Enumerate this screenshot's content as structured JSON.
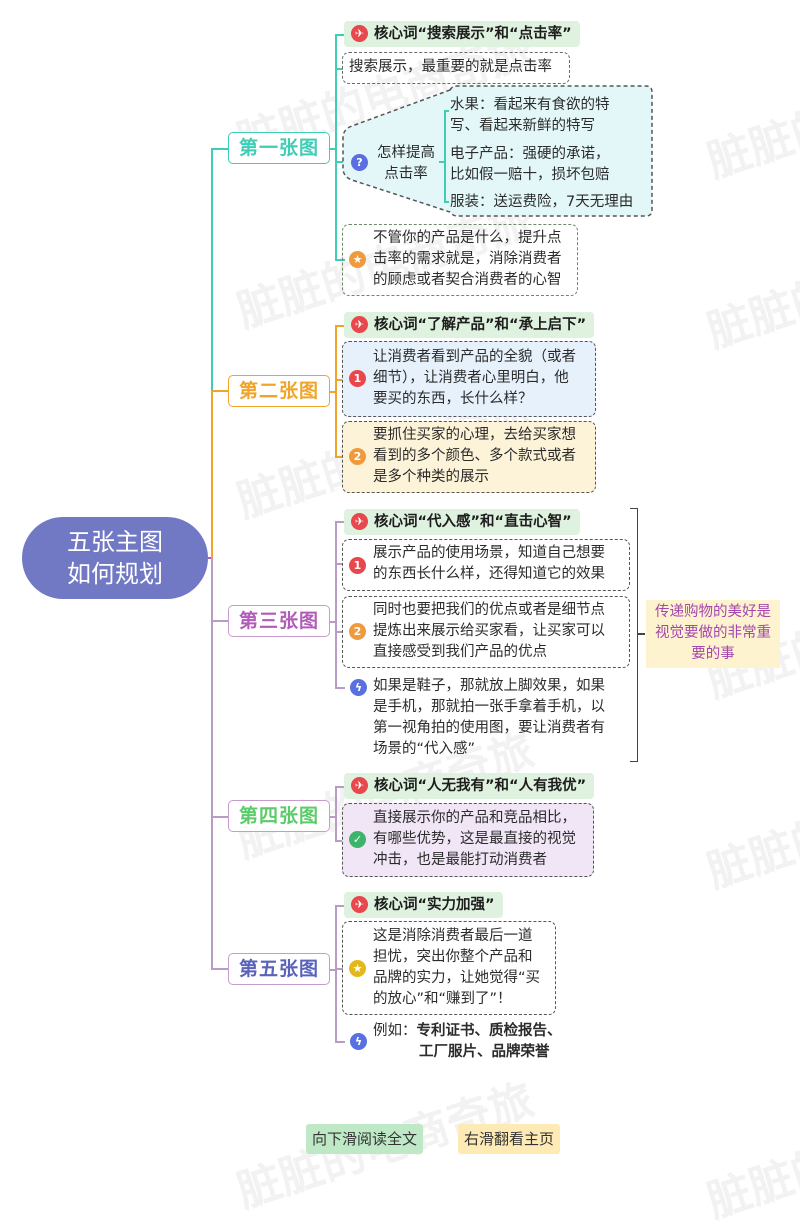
{
  "colors": {
    "root": "#7178c4",
    "branch1": "#3fcdb6",
    "branch2": "#f0a52a",
    "branch3": "#b15cb8",
    "branch4": "#5ccb6a",
    "branch5": "#5a63b8",
    "keyword_bg": "#dff1df",
    "pin_red": "#e8474c"
  },
  "watermark": "脏脏的电商奇旅",
  "root": {
    "line1": "五张主图",
    "line2": "如何规划"
  },
  "branches": [
    {
      "label": "第一张图",
      "keyword": "核心词“搜索展示”和“点击率”",
      "note": "搜索展示，最重要的就是点击率",
      "question": {
        "label_line1": "怎样提高",
        "label_line2": "点击率",
        "answers": [
          {
            "line1": "水果：看起来有食欲的特",
            "line2": "写、看起来新鲜的特写"
          },
          {
            "line1": "电子产品：强硬的承诺，",
            "line2": "比如假一赔十，损坏包赔"
          },
          {
            "line1": "服装：送运费险，7天无理由"
          }
        ]
      },
      "star_note": {
        "line1": "不管你的产品是什么，提升点",
        "line2": "击率的需求就是，消除消费者",
        "line3": "的顾虑或者契合消费者的心智"
      }
    },
    {
      "label": "第二张图",
      "keyword": "核心词“了解产品”和“承上启下”",
      "items": [
        {
          "num": "1",
          "line1": "让消费者看到产品的全貌（或者",
          "line2": "细节），让消费者心里明白，他",
          "line3": "要买的东西，长什么样？"
        },
        {
          "num": "2",
          "line1": "要抓住买家的心理，去给买家想",
          "line2": "看到的多个颜色、多个款式或者",
          "line3": "是多个种类的展示"
        }
      ]
    },
    {
      "label": "第三张图",
      "keyword": "核心词“代入感”和“直击心智”",
      "items": [
        {
          "num": "1",
          "line1": "展示产品的使用场景，知道自己想要",
          "line2": "的东西长什么样，还得知道它的效果"
        },
        {
          "num": "2",
          "line1": "同时也要把我们的优点或者是细节点",
          "line2": "提炼出来展示给买家看，让买家可以",
          "line3": "直接感受到我们产品的优点"
        }
      ],
      "example": {
        "line1": "如果是鞋子，那就放上脚效果，如果",
        "line2": "是手机，那就拍一张手拿着手机，以",
        "line3": "第一视角拍的使用图，要让消费者有",
        "line4": "场景的“代入感”"
      },
      "summary": {
        "line1": "传递购物的美好是",
        "line2": "视觉要做的非常重",
        "line3": "要的事"
      }
    },
    {
      "label": "第四张图",
      "keyword": "核心词“人无我有”和“人有我优”",
      "check_note": {
        "line1": "直接展示你的产品和竞品相比，",
        "line2": "有哪些优势，这是最直接的视觉",
        "line3": "冲击，也是最能打动消费者"
      }
    },
    {
      "label": "第五张图",
      "keyword": "核心词“实力加强”",
      "star_note": {
        "line1": "这是消除消费者最后一道",
        "line2": "担忧，突出你整个产品和",
        "line3": "品牌的实力，让她觉得“买",
        "line4": "的放心”和“赚到了”！"
      },
      "example": {
        "prefix": "例如：",
        "line1": "专利证书、质检报告、",
        "line2": "工厂服片、品牌荣誉"
      }
    }
  ],
  "footer": {
    "read_more": "向下滑阅读全文",
    "swipe_home": "右滑翻看主页"
  },
  "icons": {
    "pin": "✈",
    "question": "?",
    "star": "★",
    "check": "✓",
    "bolt": "ϟ"
  }
}
